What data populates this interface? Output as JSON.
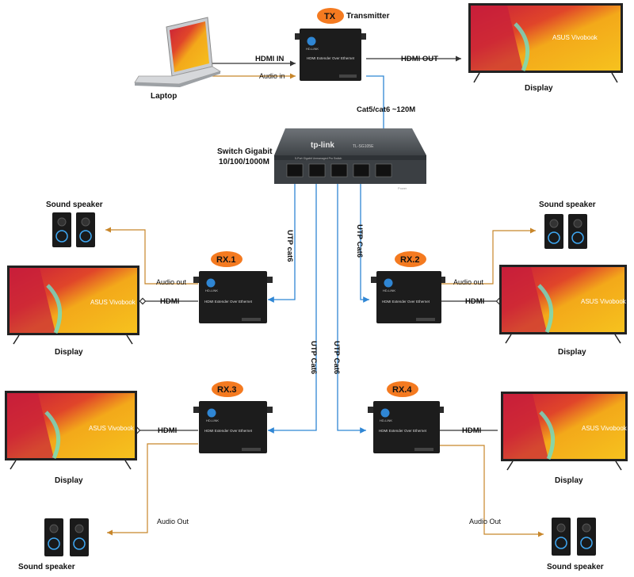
{
  "colors": {
    "hdmi_line": "#333333",
    "audio_line": "#c8862a",
    "cat_line": "#2f86d4",
    "badge": "#f47a20",
    "device": "#1c1c1c",
    "switch_body": "#555a5e",
    "screen_a": "#f3b21a",
    "screen_b": "#d9282f"
  },
  "transmitter": {
    "badge": "TX",
    "title": "Transmitter",
    "panel_text": "HDMI Extender Over Ethernet",
    "brand": "HD-LINK"
  },
  "laptop": {
    "caption": "Laptop"
  },
  "top_display": {
    "caption": "Display",
    "brand": "ASUS Vivobook"
  },
  "top_links": {
    "hdmi_in": "HDMI IN",
    "audio_in": "Audio in",
    "hdmi_out": "HDMI OUT",
    "cat": "Cat5/cat6 ~120M"
  },
  "switch": {
    "label_1": "Switch Gigabit",
    "label_2": "10/100/1000M",
    "brand": "tp-link",
    "model": "TL-SG105E",
    "strip": "5-Port Gigabit Unmanaged Pro Switch",
    "power": "Power"
  },
  "receivers": [
    {
      "badge": "RX.1",
      "hdmi": "HDMI",
      "audio": "Audio out",
      "cable": "UTP cat6",
      "display": "Display",
      "speaker": "Sound speaker",
      "panel_text": "HDMI Extender Over Ethernet",
      "brand": "HD-LINK",
      "screen_brand": "ASUS Vivobook"
    },
    {
      "badge": "RX.2",
      "hdmi": "HDMI",
      "audio": "Audio out",
      "cable": "UTP Cat6",
      "display": "Display",
      "speaker": "Sound speaker",
      "panel_text": "HDMI Extender Over Ethernet",
      "brand": "HD-LINK",
      "screen_brand": "ASUS Vivobook"
    },
    {
      "badge": "RX.3",
      "hdmi": "HDMI",
      "audio": "Audio Out",
      "cable": "UTP Cat6",
      "display": "Display",
      "speaker": "Sound speaker",
      "panel_text": "HDMI Extender Over Ethernet",
      "brand": "HD-LINK",
      "screen_brand": "ASUS Vivobook"
    },
    {
      "badge": "RX.4",
      "hdmi": "HDMI",
      "audio": "Audio Out",
      "cable": "UTP Cat6",
      "display": "Display",
      "speaker": "Sound speaker",
      "panel_text": "HDMI Extender Over Ethernet",
      "brand": "HD-LINK",
      "screen_brand": "ASUS Vivobook"
    }
  ]
}
